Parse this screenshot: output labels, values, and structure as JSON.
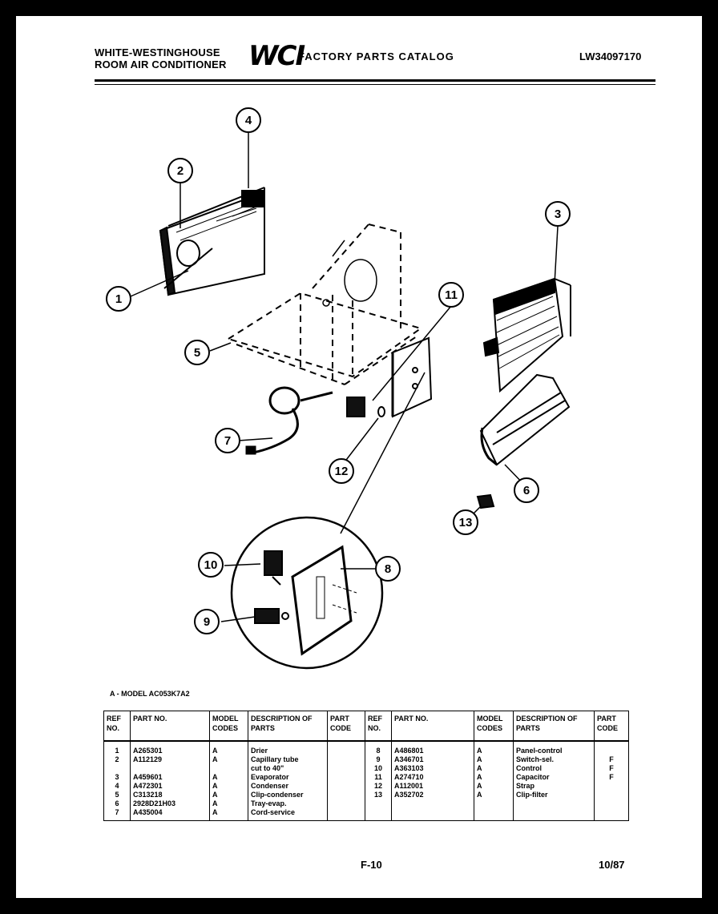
{
  "header": {
    "brand_line1": "WHITE-WESTINGHOUSE",
    "brand_line2": "ROOM AIR CONDITIONER",
    "logo": "WCI",
    "catalog_title": "FACTORY PARTS CATALOG",
    "catalog_code": "LW34097170"
  },
  "diagram": {
    "callouts": [
      "1",
      "2",
      "3",
      "4",
      "5",
      "6",
      "7",
      "8",
      "9",
      "10",
      "11",
      "12",
      "13"
    ]
  },
  "model_note": "A - MODEL AC053K7A2",
  "table": {
    "headers": {
      "ref": "REF NO.",
      "part": "PART NO.",
      "model": "MODEL CODES",
      "desc": "DESCRIPTION OF PARTS",
      "code": "PART CODE"
    },
    "left_rows": [
      {
        "ref": "1",
        "part": "A265301",
        "model": "A",
        "desc": "Drier",
        "code": ""
      },
      {
        "ref": "2",
        "part": "A112129",
        "model": "A",
        "desc": "Capillary tube",
        "code": ""
      },
      {
        "ref": "",
        "part": "",
        "model": "",
        "desc": "cut to 40\"",
        "code": ""
      },
      {
        "ref": "3",
        "part": "A459601",
        "model": "A",
        "desc": "Evaporator",
        "code": ""
      },
      {
        "ref": "4",
        "part": "A472301",
        "model": "A",
        "desc": "Condenser",
        "code": ""
      },
      {
        "ref": "5",
        "part": "C313218",
        "model": "A",
        "desc": "Clip-condenser",
        "code": ""
      },
      {
        "ref": "6",
        "part": "2928D21H03",
        "model": "A",
        "desc": "Tray-evap.",
        "code": ""
      },
      {
        "ref": "7",
        "part": "A435004",
        "model": "A",
        "desc": "Cord-service",
        "code": ""
      }
    ],
    "right_rows": [
      {
        "ref": "8",
        "part": "A486801",
        "model": "A",
        "desc": "Panel-control",
        "code": ""
      },
      {
        "ref": "9",
        "part": "A346701",
        "model": "A",
        "desc": "Switch-sel.",
        "code": "F"
      },
      {
        "ref": "10",
        "part": "A363103",
        "model": "A",
        "desc": "Control",
        "code": "F"
      },
      {
        "ref": "11",
        "part": "A274710",
        "model": "A",
        "desc": "Capacitor",
        "code": "F"
      },
      {
        "ref": "12",
        "part": "A112001",
        "model": "A",
        "desc": "Strap",
        "code": ""
      },
      {
        "ref": "13",
        "part": "A352702",
        "model": "A",
        "desc": "Clip-filter",
        "code": ""
      },
      {
        "ref": "",
        "part": "",
        "model": "",
        "desc": "",
        "code": ""
      },
      {
        "ref": "",
        "part": "",
        "model": "",
        "desc": "",
        "code": ""
      }
    ]
  },
  "footer": {
    "page": "F-10",
    "date": "10/87"
  }
}
